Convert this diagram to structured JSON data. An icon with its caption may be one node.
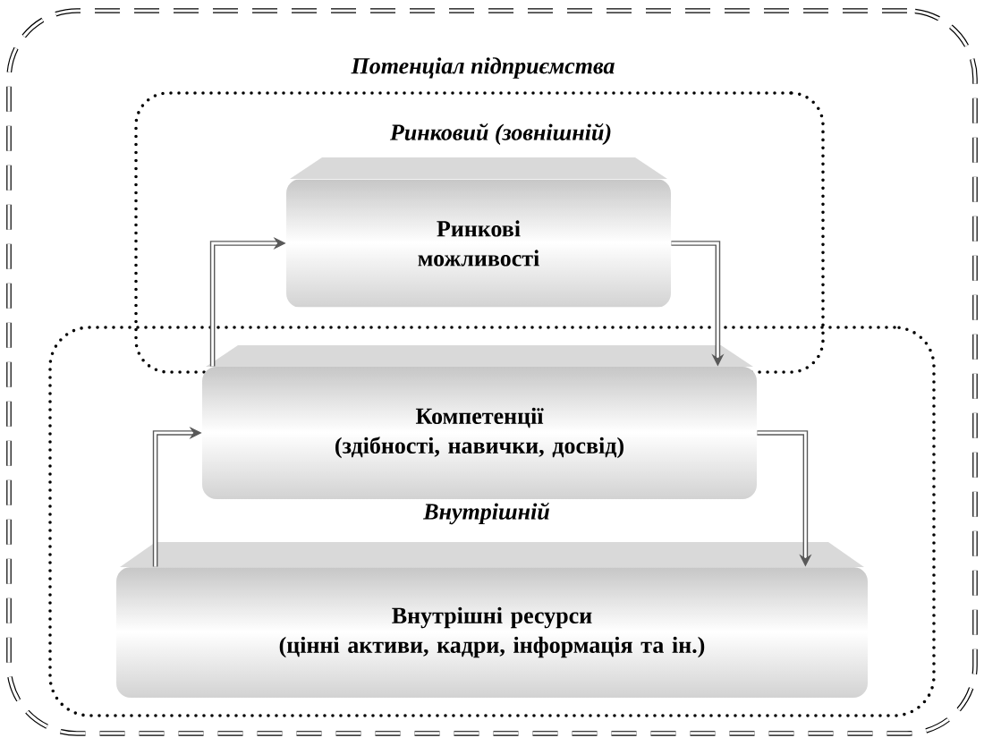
{
  "diagram": {
    "nodes": [
      {
        "text": [
          "Потенціал підприємства"
        ]
      },
      {
        "text": [
          "Ринковий (зовнішній)"
        ],
        "in": 0
      },
      {
        "text": [
          "Ринкові можливості"
        ],
        "in": 1
      },
      {
        "text": [
          "Внутрішній"
        ],
        "in": 0
      },
      {
        "text": [
          "Компетенції",
          "(здібності, навички, досвід)"
        ],
        "in": 3
      },
      {
        "text": [
          "Внутрішні ресурси",
          "(цінні активи, кадри, інформація та ін.)"
        ],
        "in": 3
      }
    ],
    "edges": [
      {
        "from": 4,
        "to": 2,
        "arrow": "to"
      },
      {
        "from": 2,
        "to": 4,
        "arrow": "to"
      },
      {
        "from": 5,
        "to": 4,
        "arrow": "to"
      },
      {
        "from": 4,
        "to": 5,
        "arrow": "to"
      }
    ]
  }
}
